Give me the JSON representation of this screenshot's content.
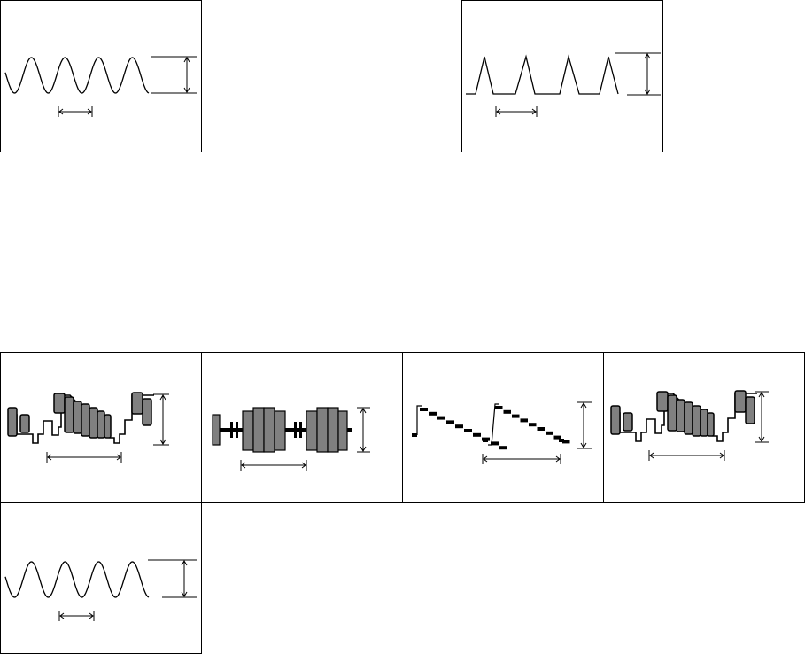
{
  "figure": {
    "panels": [
      {
        "id": "sine-top",
        "waveform": "sine",
        "cycles": 4,
        "annotations": [
          "period-arrow",
          "amplitude-arrow"
        ]
      },
      {
        "id": "triangle-top",
        "waveform": "triangle-pulse",
        "cycles": 4,
        "annotations": [
          "period-arrow",
          "amplitude-arrow"
        ]
      },
      {
        "id": "composite-video-1",
        "waveform": "composite-video",
        "annotations": [
          "period-arrow",
          "amplitude-arrow"
        ]
      },
      {
        "id": "composite-video-2",
        "waveform": "burst-packets",
        "annotations": [
          "period-arrow",
          "amplitude-arrow"
        ]
      },
      {
        "id": "staircase",
        "waveform": "staircase-ramp",
        "annotations": [
          "period-arrow",
          "amplitude-arrow"
        ]
      },
      {
        "id": "composite-video-3",
        "waveform": "composite-video",
        "annotations": [
          "period-arrow",
          "amplitude-arrow"
        ]
      },
      {
        "id": "sine-bottom",
        "waveform": "sine",
        "cycles": 4,
        "annotations": [
          "period-arrow",
          "amplitude-arrow"
        ]
      }
    ],
    "colors": {
      "stroke": "#000000",
      "fill": "#808080",
      "background": "#ffffff"
    }
  }
}
